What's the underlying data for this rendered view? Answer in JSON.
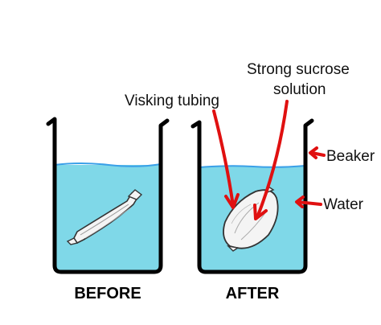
{
  "captions": {
    "before": "BEFORE",
    "after": "AFTER"
  },
  "labels": {
    "visking_tubing": "Visking tubing",
    "strong_sucrose_line1": "Strong sucrose",
    "strong_sucrose_line2": "solution",
    "beaker": "Beaker",
    "water": "Water"
  },
  "colors": {
    "water_fill": "#7fd8e8",
    "water_surface": "#3aa0e8",
    "beaker_outline": "#000000",
    "arrow": "#e01010",
    "tubing_fill": "#f4f4f4",
    "tubing_outline": "#333333"
  }
}
